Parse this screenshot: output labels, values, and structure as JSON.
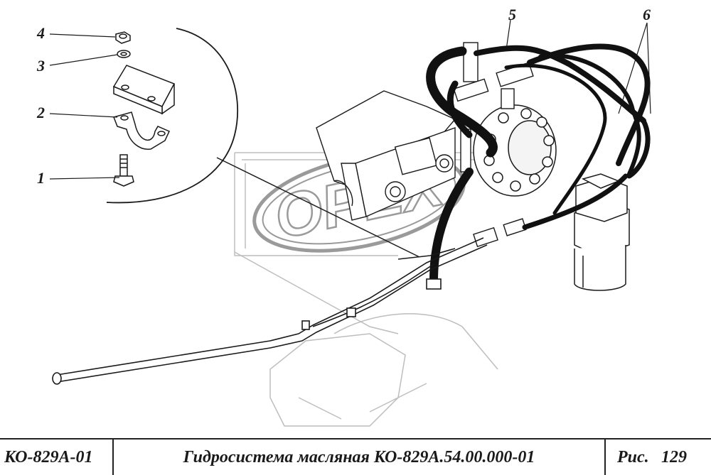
{
  "callouts": {
    "c1": "1",
    "c2": "2",
    "c3": "3",
    "c4": "4",
    "c5": "5",
    "c6": "6"
  },
  "watermark": "OPEX",
  "title_block": {
    "model": "КО-829А-01",
    "title": "Гидросистема масляная КО-829А.54.00.000-01",
    "fig_label": "Рис.",
    "fig_number": "129"
  },
  "colors": {
    "line": "#1a1a1a",
    "hose": "#111111",
    "faint": "#b5b5b5",
    "watermark": "#9a9a9a"
  }
}
